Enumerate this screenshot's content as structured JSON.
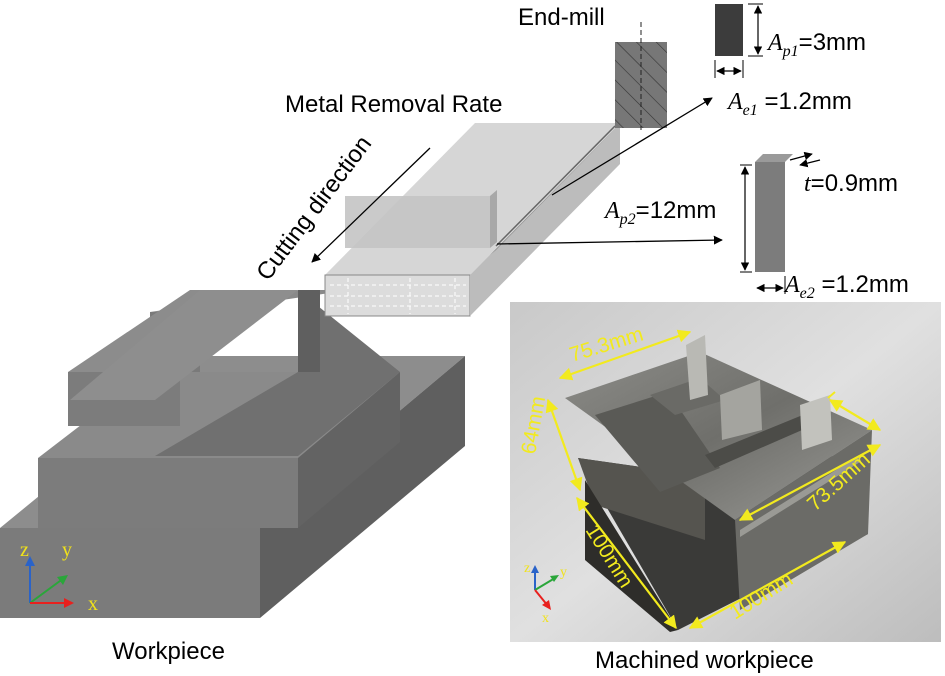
{
  "labels": {
    "end_mill": "End-mill",
    "mrr": "Metal Removal Rate",
    "cutting_direction": "Cutting direction",
    "workpiece": "Workpiece",
    "machined_workpiece": "Machined workpiece"
  },
  "params": {
    "ap1": {
      "sym": "A",
      "sub": "p1",
      "val": "=3mm"
    },
    "ae1": {
      "sym": "A",
      "sub": "e1",
      "val": " =1.2mm"
    },
    "t": {
      "sym": "t",
      "val": "=0.9mm"
    },
    "ap2": {
      "sym": "A",
      "sub": "p2",
      "val": "=12mm"
    },
    "ae2": {
      "sym": "A",
      "sub": "e2",
      "val": " =1.2mm"
    }
  },
  "photo_dims": {
    "d1": "75.3mm",
    "d2": "64mm",
    "d3": "73.5mm",
    "d4": "100mm",
    "d5": "100mm"
  },
  "axes": {
    "z": "z",
    "y": "y",
    "x": "x"
  },
  "colors": {
    "axis_x": "#e8201e",
    "axis_y": "#2aa63a",
    "axis_z": "#2a63c9",
    "axis_label": "#f0e21a",
    "dim_yellow": "#f2ea1e",
    "block_top": "#8a8a8a",
    "block_front": "#7a7a7a",
    "block_side": "#626262"
  }
}
